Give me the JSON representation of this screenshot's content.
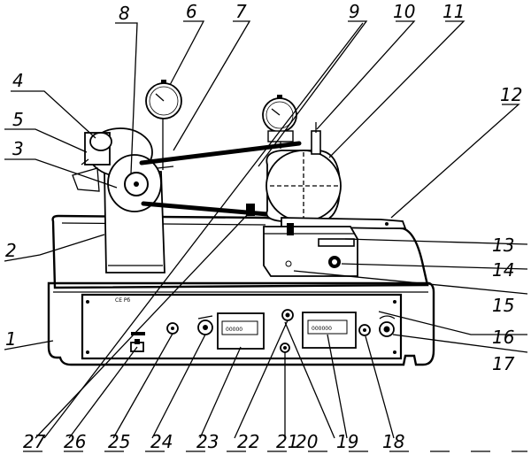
{
  "labels": {
    "l1": "1",
    "l2": "2",
    "l3": "3",
    "l4": "4",
    "l5": "5",
    "l6": "6",
    "l7": "7",
    "l8": "8",
    "l9": "9",
    "l10": "10",
    "l11": "11",
    "l12": "12",
    "l13": "13",
    "l14": "14",
    "l15": "15",
    "l16": "16",
    "l17": "17",
    "l18": "18",
    "l19": "19",
    "l20": "20",
    "l21": "21",
    "l22": "22",
    "l23": "23",
    "l24": "24",
    "l25": "25",
    "l26": "26",
    "l27": "27"
  },
  "panel": {
    "top_mark": "СЕ Рб",
    "left_display": "00000",
    "right_display": "000000"
  }
}
